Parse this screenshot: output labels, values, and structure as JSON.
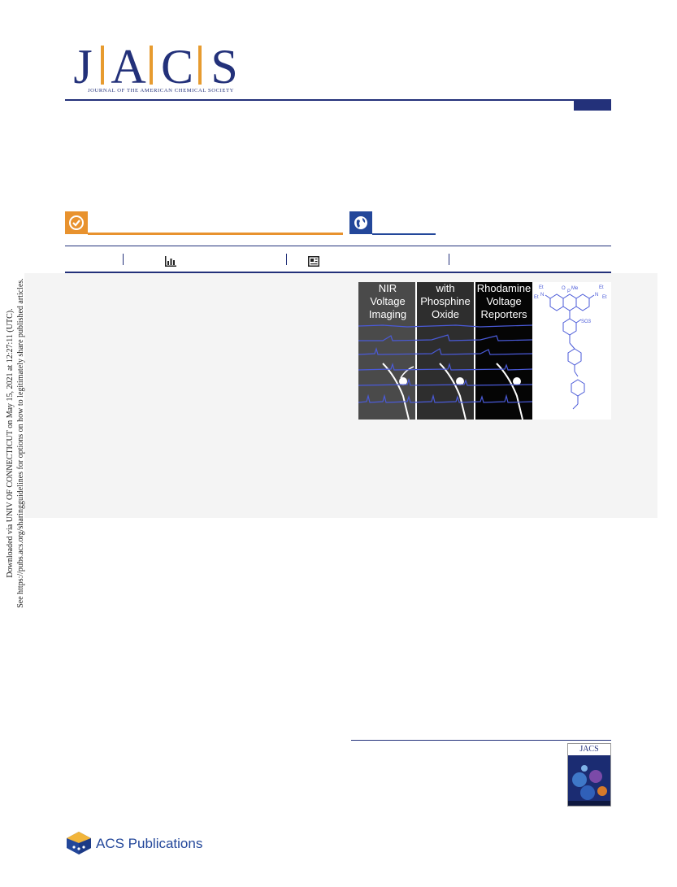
{
  "masthead": {
    "letters": [
      "J",
      "A",
      "C",
      "S"
    ],
    "subtitle": "JOURNAL OF THE AMERICAN CHEMICAL SOCIETY",
    "colors": {
      "navy": "#23317a",
      "gold": "#e79b2f"
    }
  },
  "access_badges": {
    "left_icon": "checkmark-icon",
    "right_icon": "globe-icon",
    "colors": {
      "orange": "#e8922e",
      "blue": "#23479a"
    }
  },
  "metrics_bar": {
    "icons": [
      "bar-chart-icon",
      "article-icon"
    ]
  },
  "toc_graphic": {
    "panel_labels": [
      [
        "NIR",
        "Voltage",
        "Imaging"
      ],
      [
        "with",
        "Phosphine",
        "Oxide"
      ],
      [
        "Rhodamine",
        "Voltage",
        "Reporters"
      ]
    ],
    "structure_labels": {
      "oxo": "O",
      "methyl": "Me",
      "phosphorus": "P",
      "left_ethyl_top": "Et",
      "left_ethyl_side": "Et",
      "left_nitrogen": "N",
      "right_ethyl_top": "Et",
      "right_ethyl_side": "Et",
      "right_nitrogen": "N",
      "sulfonate": "SO3"
    },
    "trace_color": "#4a5ad8"
  },
  "side_note": {
    "line1": "Downloaded via UNIV OF CONNECTICUT on May 15, 2021 at 12:27:11 (UTC).",
    "line2": "See https://pubs.acs.org/sharingguidelines for options on how to legitimately share published articles."
  },
  "cover": {
    "title": "JACS"
  },
  "publisher": {
    "name": "ACS Publications",
    "logo_icon": "acs-hexagon-logo-icon"
  }
}
